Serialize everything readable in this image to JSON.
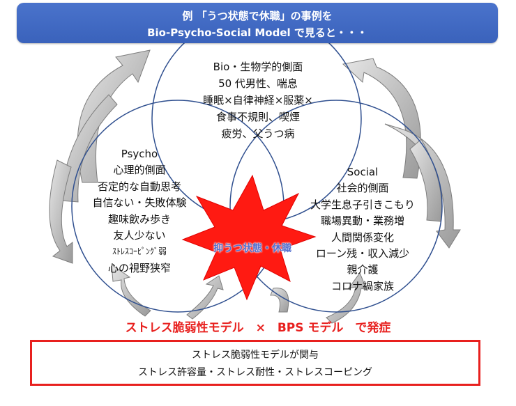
{
  "header": {
    "line1": "例 「うつ状態で休職」の事例を",
    "line2": "Bio-Psycho-Social Model で見ると・・・"
  },
  "bio": {
    "lines": [
      "Bio・生物学的側面",
      "50 代男性、喘息",
      "睡眠×自律神経×服薬×",
      "食事不規則、喫煙",
      "疲労、父うつ病"
    ]
  },
  "psycho": {
    "lines": [
      "Psycho",
      "心理的側面",
      "否定的な自動思考",
      "自信ない・失敗体験",
      "趣味飲み歩き",
      "友人少ない",
      "ｽﾄﾚｽｺｰﾋﾟﾝｸﾞ弱",
      "心の視野狭窄"
    ]
  },
  "social": {
    "lines": [
      "Social",
      "社会的側面",
      "大学生息子引きこもり",
      "職場異動・業務増",
      "人間関係変化",
      "ローン残・収入減少",
      "親介護",
      "コロナ禍家族"
    ]
  },
  "center_label": "抑うつ状態・休職",
  "formula": "ストレス脆弱性モデル　×　BPS モデル　で発症",
  "box": {
    "line1": "ストレス脆弱性モデルが関与",
    "line2": "ストレス許容量・ストレス耐性・ストレスコーピング"
  },
  "colors": {
    "header_bg": "#3a62bb",
    "circle_stroke": "#2f4f8f",
    "arrow_fill": "#bcbcbc",
    "burst_fill": "#ff1a12",
    "accent_red": "#e8201e",
    "center_label": "#5470cf"
  }
}
